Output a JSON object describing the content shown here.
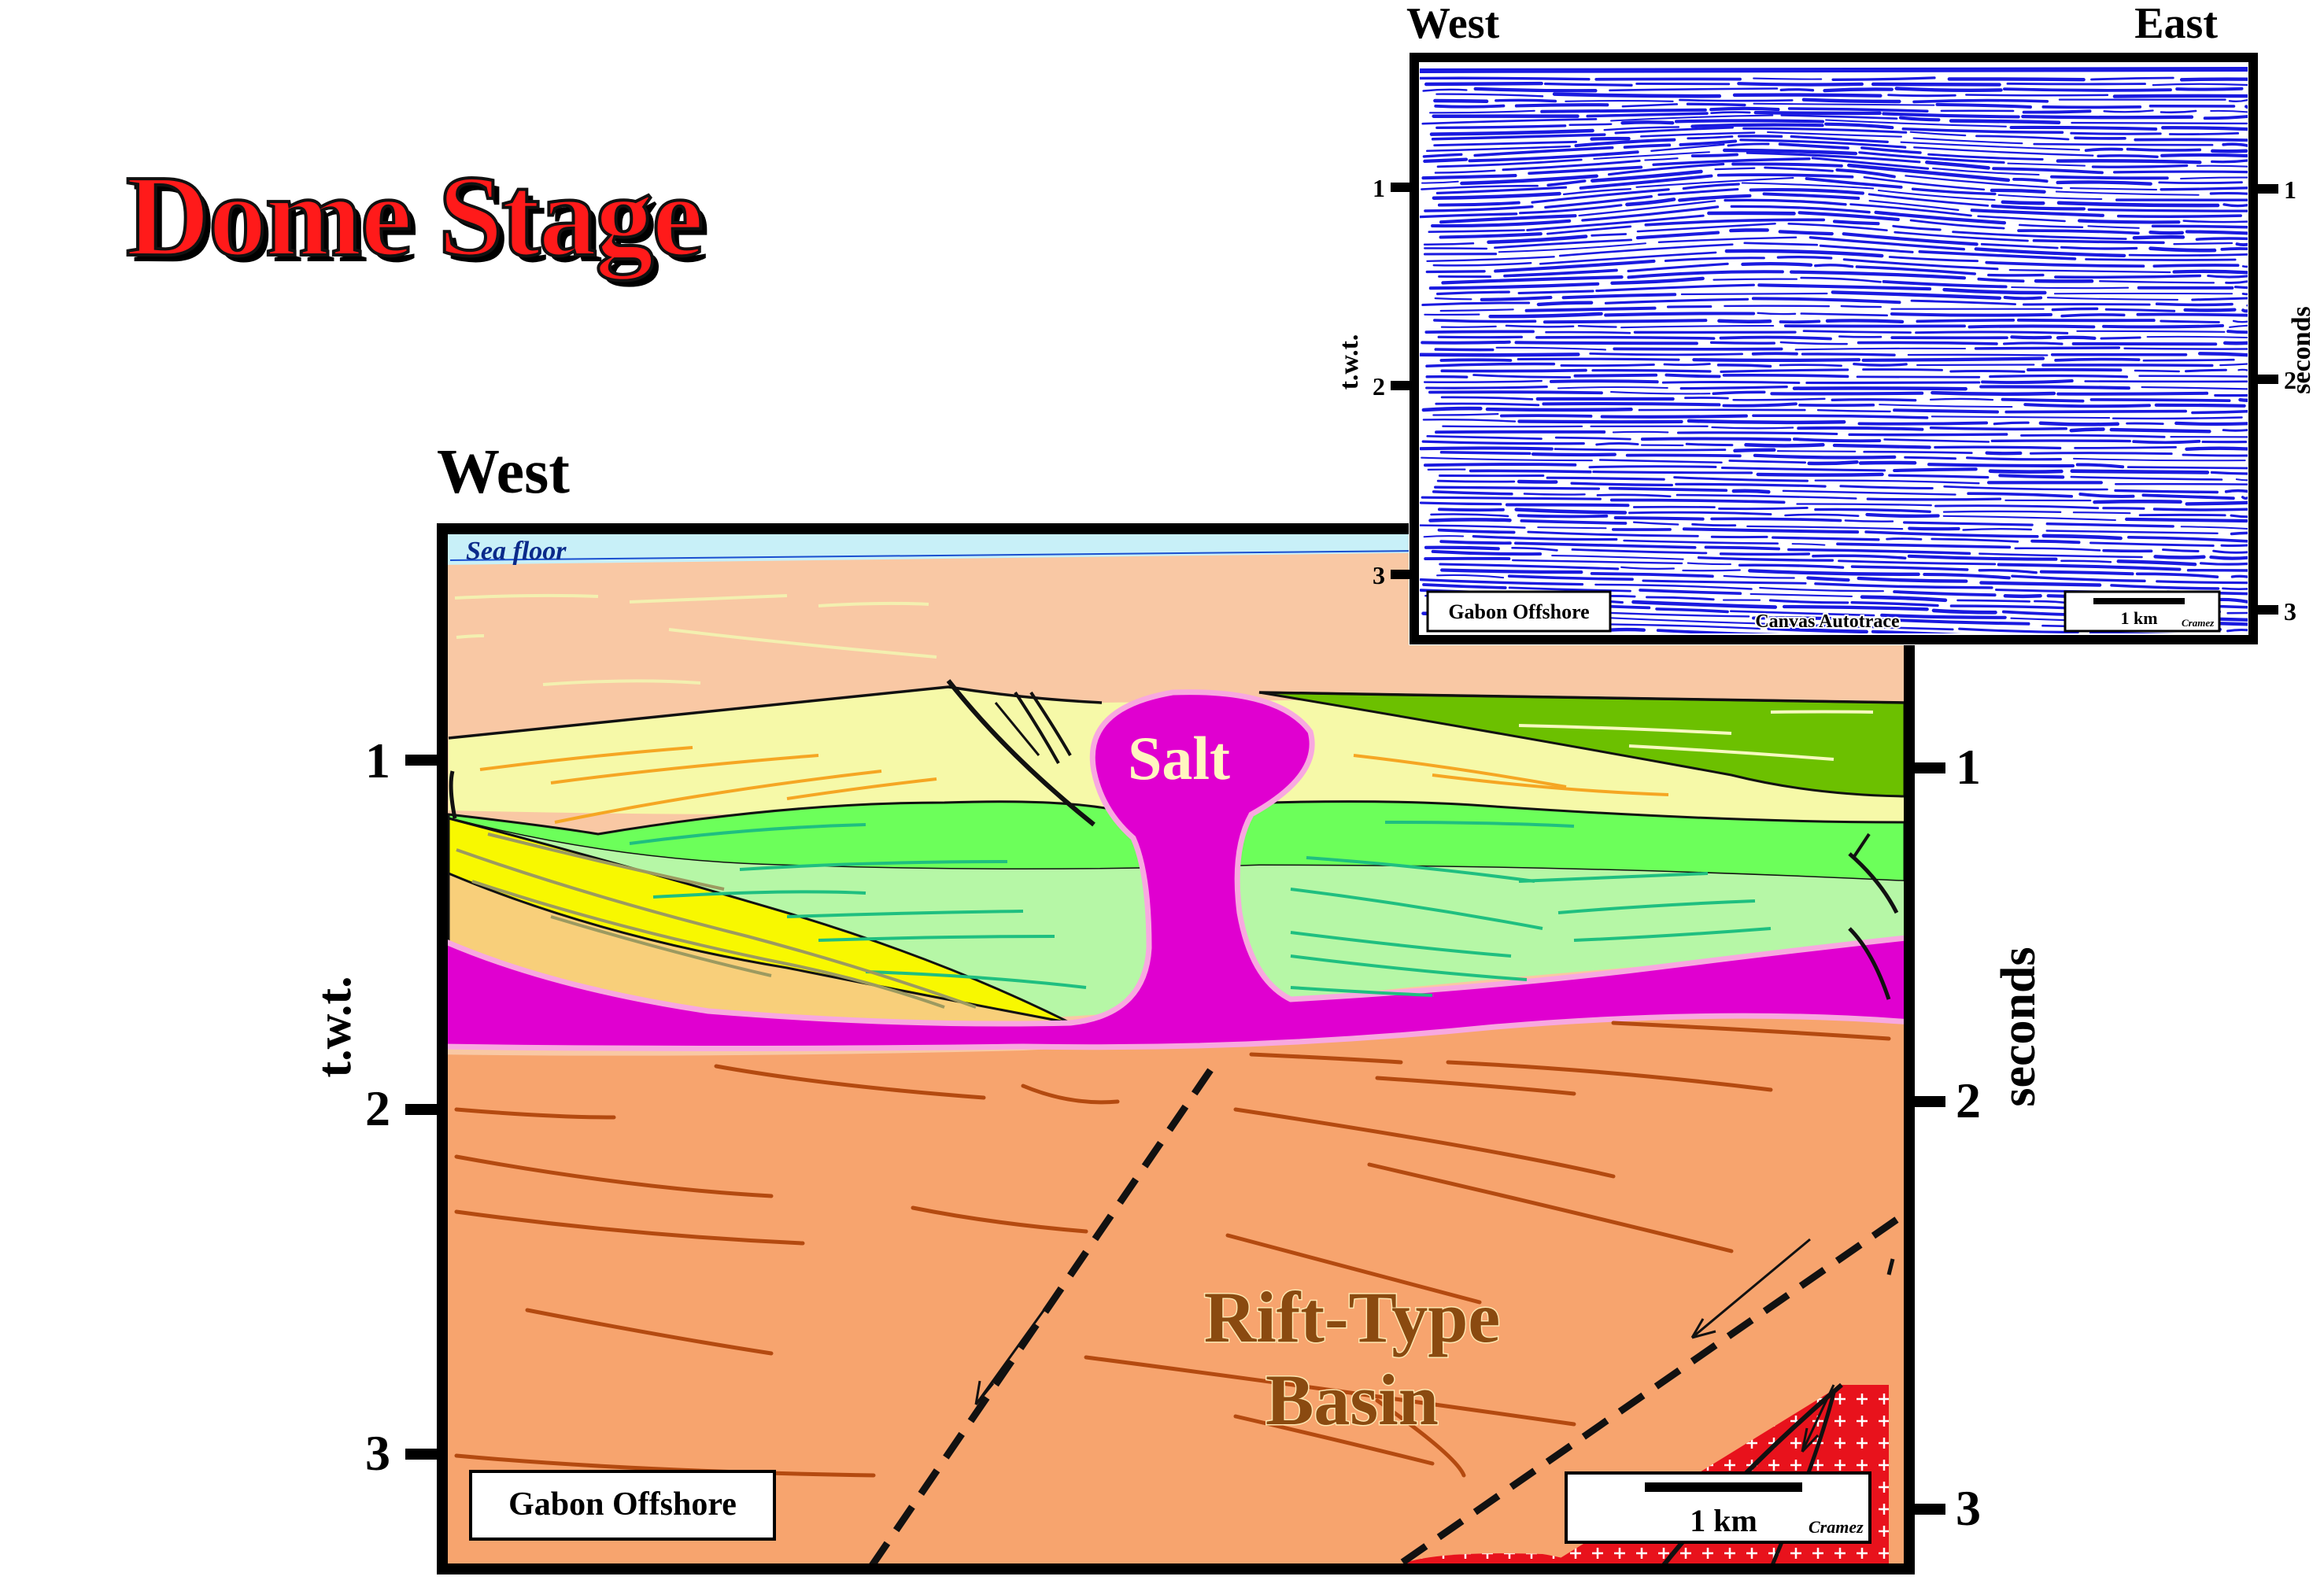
{
  "title": "Dome Stage",
  "main_section": {
    "west_label": "West",
    "left_axis_label": "t.w.t.",
    "right_axis_label": "seconds",
    "tick_labels": [
      "1",
      "2",
      "3"
    ],
    "sea_floor_label": "Sea floor",
    "salt_label": "Salt",
    "basin_label_line1": "Rift-Type",
    "basin_label_line2": "Basin",
    "location_label": "Gabon Offshore",
    "scale_label": "1 km",
    "credit": "Cramez"
  },
  "inset": {
    "west_label": "West",
    "east_label": "East",
    "left_axis_label": "t.w.t.",
    "right_axis_label": "seconds",
    "tick_labels": [
      "1",
      "2",
      "3"
    ],
    "location_label": "Gabon Offshore",
    "method_label": "Canvas Autotrace",
    "scale_label": "1 km",
    "credit": "Cramez"
  },
  "colors": {
    "title_red": "#ff1a1a",
    "salt_magenta": "#e000d0",
    "basin_orange": "#f7a46e",
    "overburden_peach": "#f9c8a4",
    "sea_blue": "#c8f0f8",
    "light_yellow": "#f6f9a8",
    "bright_yellow": "#f8f800",
    "light_green": "#b6f7a6",
    "mid_green": "#6cff5a",
    "dark_green": "#6cc000",
    "seismic_blue": "#1a1ae0",
    "basement_red": "#e8121c"
  }
}
